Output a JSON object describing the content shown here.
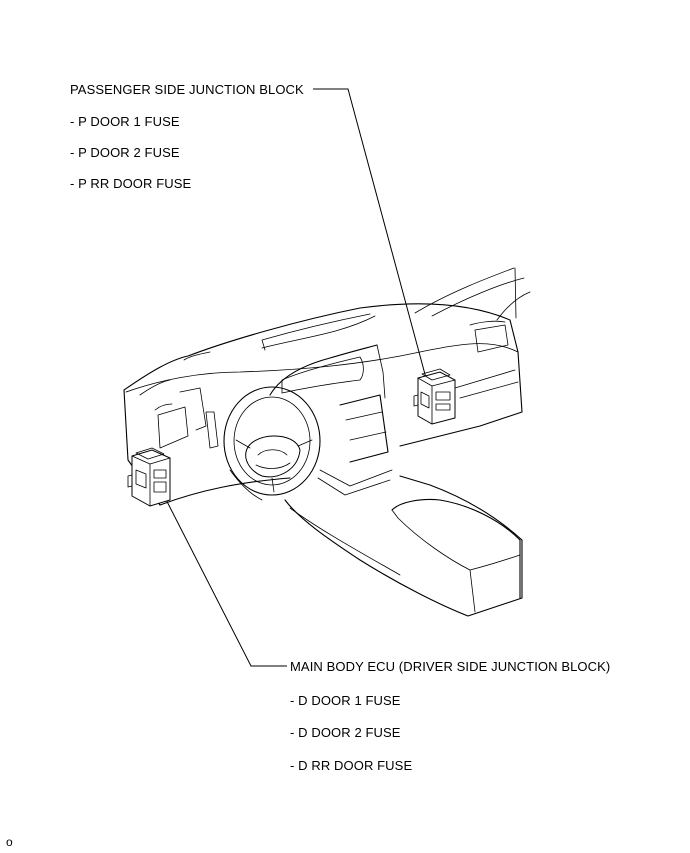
{
  "passenger_block": {
    "title": "PASSENGER SIDE JUNCTION BLOCK",
    "fuses": [
      "- P DOOR 1 FUSE",
      "- P DOOR 2 FUSE",
      "- P RR DOOR FUSE"
    ]
  },
  "driver_block": {
    "title": "MAIN BODY ECU (DRIVER SIDE JUNCTION BLOCK)",
    "fuses": [
      "- D DOOR 1 FUSE",
      "- D DOOR 2 FUSE",
      "- D RR DOOR FUSE"
    ]
  },
  "figure_id": "o",
  "colors": {
    "line": "#000000",
    "background": "#ffffff"
  }
}
